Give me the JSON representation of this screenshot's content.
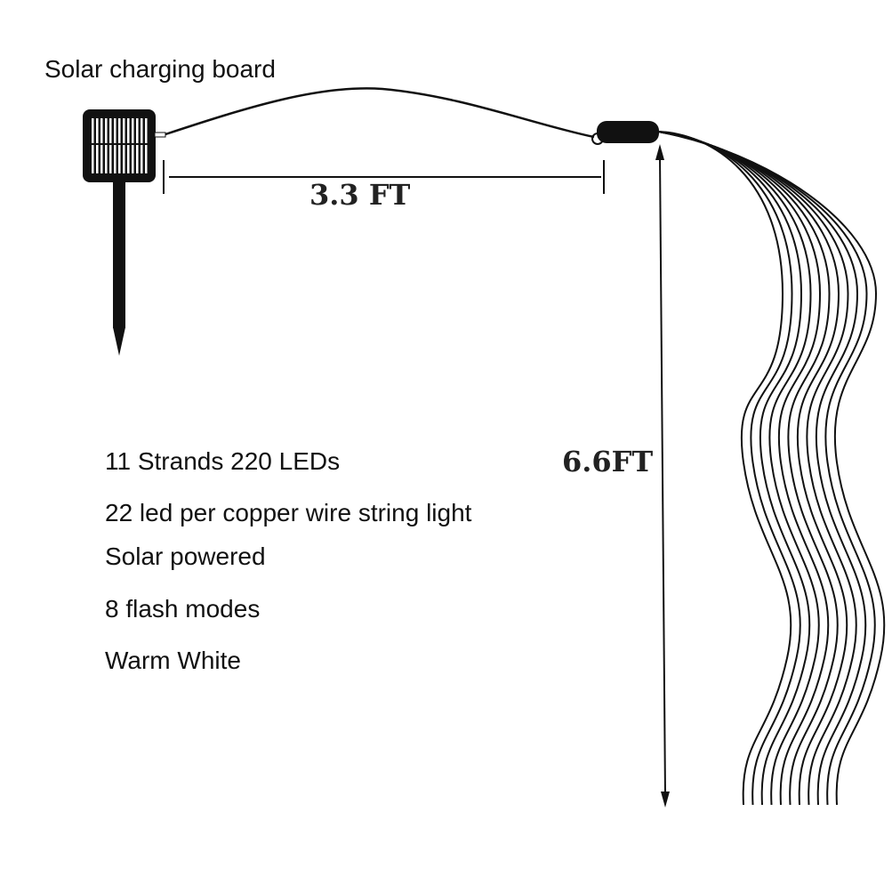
{
  "title_label": "Solar charging board",
  "dimensions": {
    "cable_length": "3.3 FT",
    "strand_length": "6.6FT"
  },
  "features": [
    "11 Strands 220 LEDs",
    "22 led per copper wire string light",
    "Solar powered",
    "8 flash modes",
    "Warm White"
  ],
  "strand_count": 11,
  "colors": {
    "ink": "#111111",
    "background": "#ffffff"
  }
}
